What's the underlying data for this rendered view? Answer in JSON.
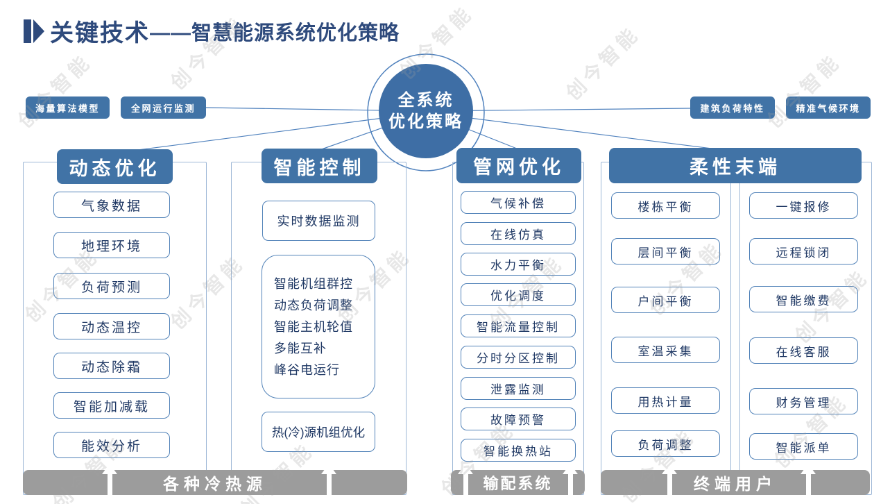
{
  "title": {
    "main": "关键技术",
    "sub": "——智慧能源系统优化策略"
  },
  "center": {
    "line1": "全系统",
    "line2": "优化策略"
  },
  "side_labels": {
    "left": [
      "海量算法模型",
      "全网运行监测"
    ],
    "right": [
      "建筑负荷特性",
      "精准气候环境"
    ]
  },
  "columns": [
    {
      "header": "动态优化",
      "items": [
        "气象数据",
        "地理环境",
        "负荷预测",
        "动态温控",
        "动态除霜",
        "智能加减载",
        "能效分析"
      ]
    },
    {
      "header": "智能控制",
      "top_item": "实时数据监测",
      "group_lines": [
        "智能机组群控",
        "动态负荷调整",
        "智能主机轮值",
        "多能互补",
        "峰谷电运行"
      ],
      "bottom_item": "热(冷)源机组优化"
    },
    {
      "header": "管网优化",
      "items": [
        "气候补偿",
        "在线仿真",
        "水力平衡",
        "优化调度",
        "智能流量控制",
        "分时分区控制",
        "泄露监测",
        "故障预警",
        "智能换热站"
      ]
    },
    {
      "header": "柔性末端",
      "left_items": [
        "楼栋平衡",
        "层间平衡",
        "户间平衡",
        "室温采集",
        "用热计量",
        "负荷调整"
      ],
      "right_items": [
        "一键报修",
        "远程锁闭",
        "智能缴费",
        "在线客服",
        "财务管理",
        "智能派单"
      ]
    }
  ],
  "footers": [
    "各种冷热源",
    "输配系统",
    "终端用户"
  ],
  "watermark": "创今智能",
  "colors": {
    "accent_blue": "#4173a6",
    "circle_blue": "#3e6ea5",
    "title_navy": "#2e4a7c",
    "item_text_navy": "#1f3864",
    "item_border_blue": "#5182b8",
    "frame_border_blue": "#9db7d6",
    "footer_gray": "#9c9c9c"
  }
}
